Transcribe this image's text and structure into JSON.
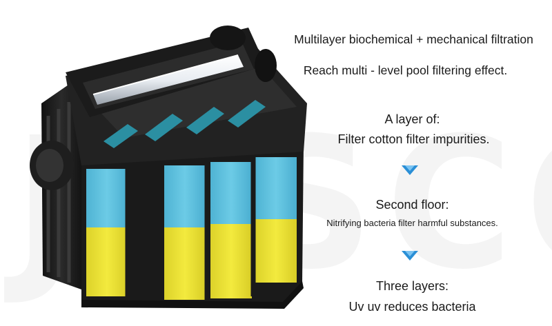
{
  "watermark": {
    "text": "JOSCC"
  },
  "description": {
    "line1": "Multilayer biochemical + mechanical filtration",
    "line2": "Reach multi - level pool filtering effect.",
    "layer1_title": "A layer of:",
    "layer1_desc": "Filter cotton filter impurities.",
    "layer2_title": "Second floor:",
    "layer2_desc": "Nitrifying bacteria filter harmful substances.",
    "layer3_title": "Three layers:",
    "layer3_desc": "Uv uv reduces bacteria"
  },
  "colors": {
    "filter_cotton": "#5ec3e0",
    "bio_media": "#f0e536",
    "housing": "#1c1c1c",
    "arrow": "#2a8fd6"
  },
  "icons": [
    "down-arrow-icon",
    "down-arrow-icon"
  ]
}
